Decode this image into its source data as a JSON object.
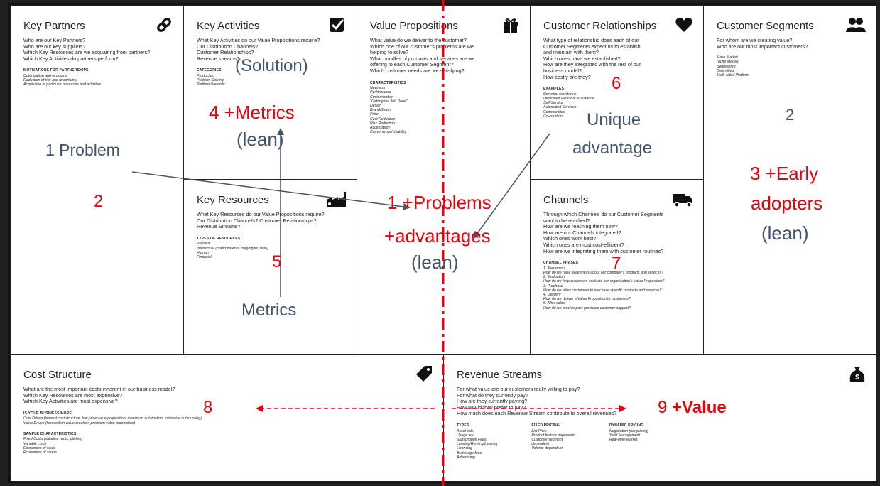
{
  "canvas": {
    "key_partners": {
      "title": "Key Partners",
      "icon": "link-icon",
      "questions": [
        "Who are our Key Partners?",
        "Who are our key suppliers?",
        "Which Key Resources are we acquairing from partners?",
        "Which Key Activities do partners perform?"
      ],
      "section": "MOTIVATIONS FOR PARTNERSHIPS",
      "items": [
        "Optimization and economy",
        "Reduction of risk and uncertainty",
        "Acquisition of particular resources and activities"
      ]
    },
    "key_activities": {
      "title": "Key Activities",
      "icon": "checkbox-icon",
      "questions": [
        "What Key Activities do our Value Propositions require?",
        "Our Distribution Channels?",
        "Customer Relationships?",
        "Revenue streams?"
      ],
      "section": "CATEGORIES",
      "items": [
        "Production",
        "Problem Solving",
        "Platform/Network"
      ]
    },
    "key_resources": {
      "title": "Key Resources",
      "icon": "factory-icon",
      "questions": [
        "What Key Resources do our Value Propositions require?",
        "Our Distribution Channels? Customer Relationships?",
        "Revenue Streams?"
      ],
      "section": "TYPES OF RESOURCES",
      "items": [
        "Physical",
        "Intellectual (brand patents, copyrights, data)",
        "Human",
        "Financial"
      ]
    },
    "value_propositions": {
      "title": "Value Propositions",
      "icon": "gift-icon",
      "questions": [
        "What value do we deliver to the customer?",
        "Which one of our customer's problems are we",
        "helping to solve?",
        "What bundles of products and services are we",
        "offering to each Customer Segment?",
        "Which customer needs are we satisfying?"
      ],
      "section": "CHARACTERISTICS",
      "items": [
        "Newness",
        "Performance",
        "Customization",
        "\"Getting the Job Done\"",
        "Design",
        "Brand/Status",
        "Price",
        "Cost Reduction",
        "Risk Reduction",
        "Accessibility",
        "Convenience/Usability"
      ]
    },
    "customer_relationships": {
      "title": "Customer Relationships",
      "icon": "heart-icon",
      "questions": [
        "What type of relationship does each of our",
        "Customer Segments expect us to establish",
        "and maintain with them?",
        "Which ones have we established?",
        "How are they integrated with the rest of our",
        "business model?",
        "How costly are they?"
      ],
      "section": "EXAMPLES",
      "items": [
        "Personal assistance",
        "Dedicated Personal Assistance",
        "Self-Service",
        "Automated Services",
        "Communities",
        "Co-creation"
      ]
    },
    "channels": {
      "title": "Channels",
      "icon": "truck-icon",
      "questions": [
        "Through which Channels do our Customer Segments",
        "want to be reached?",
        "How are we reaching them now?",
        "How are our Channels integrated?",
        "Which ones work best?",
        "Which ones are most cost-efficient?",
        "How are we integrating them with customer routines?"
      ],
      "section": "CHANNEL PHASES",
      "items": [
        "1. Awareness",
        "   How do we raise awareness about our company's products and services?",
        "2. Evaluation",
        "   How do we help customers evaluate our organization's Value Proposition?",
        "3. Purchase",
        "   How do we allow customers to purchase specific products and services?",
        "4. Delivery",
        "   How do we deliver a Value Proposition to customers?",
        "5. After sales",
        "   How do we provide post-purchase customer support?"
      ]
    },
    "customer_segments": {
      "title": "Customer Segments",
      "icon": "users-icon",
      "questions": [
        "For whom are we creating value?",
        "Who are our most important customers?"
      ],
      "section": "",
      "items": [
        "Mass Market",
        "Niche Market",
        "Segmented",
        "Diversified",
        "Multi-sided Platform"
      ]
    },
    "cost_structure": {
      "title": "Cost Structure",
      "icon": "tag-icon",
      "questions": [
        "What are the most important costs inherent in our business model?",
        "Which Key Resources are most expensive?",
        "Which Key Activities are most expensive?"
      ],
      "section": "IS YOUR BUSINESS MORE",
      "items": [
        "Cost Driven (leanest cost structure, low price value proposition, maximum automation, extensive outsourcing)",
        "Value Driven (focused on value creation, premium value proposition)"
      ],
      "section2": "SAMPLE CHARACTERISTICS",
      "items2": [
        "Fixed Costs (salaries, rents, utilities)",
        "Variable costs",
        "Economies of scale",
        "Economies of scope"
      ]
    },
    "revenue_streams": {
      "title": "Revenue Streams",
      "icon": "money-bag-icon",
      "questions": [
        "For what value are our customers really willing to pay?",
        "For what do they currently pay?",
        "How are they currently paying?",
        "How would they prefer to pay?",
        "How much does each Revenue Stream contribute to overall revenues?"
      ],
      "col1_title": "TYPES",
      "col1": [
        "Asset sale",
        "Usage fee",
        "Subscription Fees",
        "Lending/Renting/Leasing",
        "Licensing",
        "Brokerage fees",
        "Advertising"
      ],
      "col2_title": "FIXED PRICING",
      "col2": [
        "List Price",
        "Product feature dependent",
        "Customer segment",
        "dependent",
        "Volume dependent"
      ],
      "col3_title": "DYNAMIC PRICING",
      "col3": [
        "Negotiation (bargaining)",
        "Yield Management",
        "Real-time-Market"
      ]
    }
  },
  "annotations": {
    "kp_number": "2",
    "problem": "1 Problem",
    "solution": "(Solution)",
    "metrics_red": "4 +Metrics",
    "lean_ka": "(lean)",
    "kr_number": "5",
    "metrics": "Metrics",
    "vp_red_1": "1 +Problems",
    "vp_red_2": "+advantages",
    "vp_lean": "(lean)",
    "cr_number": "6",
    "unique_1": "Unique",
    "unique_2": "advantage",
    "ch_number": "7",
    "cs_number": "2",
    "cs_red_1": "3 +Early",
    "cs_red_2": "adopters",
    "cs_lean": "(lean)",
    "cost_number": "8",
    "rev_number": "9",
    "rev_value": "+Value"
  },
  "colors": {
    "red": "#e8000b",
    "slate": "#44546a",
    "line": "#222222"
  }
}
